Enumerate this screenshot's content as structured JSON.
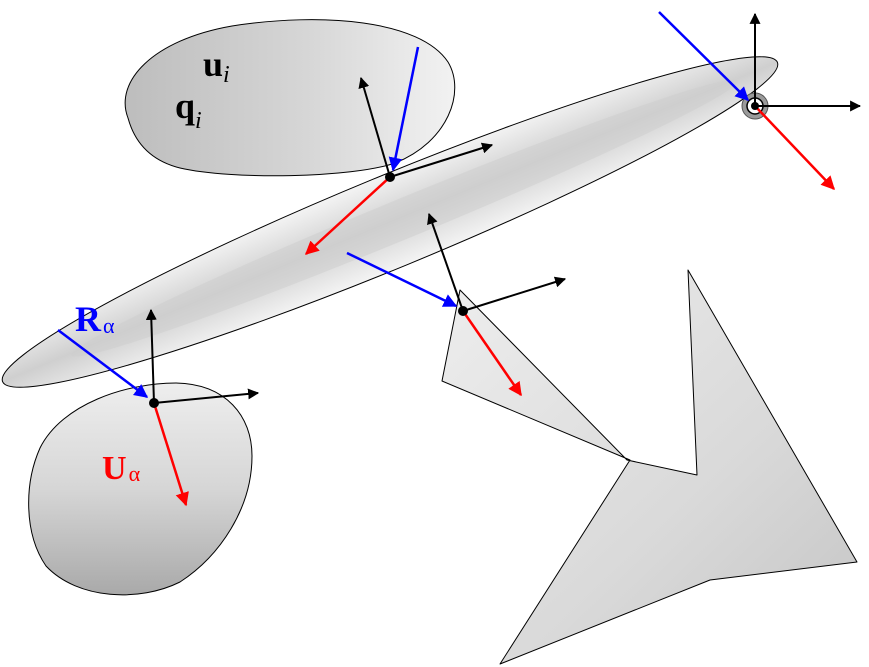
{
  "labels": {
    "u": "u",
    "u_sub": "i",
    "q": "q",
    "q_sub": "i",
    "R": "R",
    "R_sub": "α",
    "U": "U",
    "U_sub": "α"
  },
  "colors": {
    "reaction": "#0000ff",
    "displacement": "#ff0000",
    "frame": "#000000",
    "outline": "#000000",
    "body_light": "#f0f0f0",
    "body_mid": "#d8d8d8",
    "body_dark": "#b0b0b0"
  },
  "icons": {
    "frame_axes": "black-arrow-pair",
    "contact_point": "black-dot"
  }
}
